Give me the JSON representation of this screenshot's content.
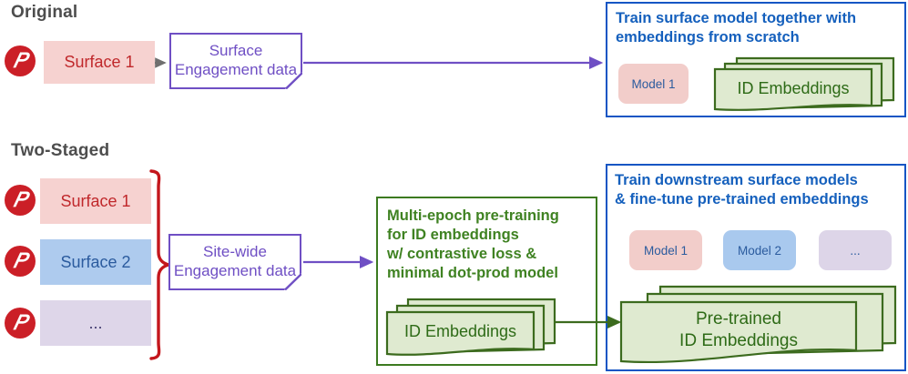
{
  "sections": [
    {
      "id": "original",
      "heading": "Original"
    },
    {
      "id": "two-staged",
      "heading": "Two-Staged"
    }
  ],
  "colors": {
    "heading": "#4d4d4d",
    "pinterest_red": "#cb1f27",
    "surface1_bg": "#f6d2d0",
    "surface1_text": "#c0282b",
    "surface2_bg": "#aecbee",
    "surface2_text": "#2b5b9e",
    "surface3_bg": "#ded6e9",
    "purple": "#6f4fc4",
    "blue_border": "#1455c4",
    "blue_text": "#1560bd",
    "green_border": "#3c7a20",
    "green_text": "#3f8222",
    "doc_fill": "#dfead0",
    "doc_stroke": "#3c6b1e",
    "brace_red": "#c4161c"
  },
  "original": {
    "heading": "Original",
    "icon": "pinterest-icon",
    "surface": {
      "label": "Surface 1"
    },
    "data_doc": {
      "line1": "Surface",
      "line2": "Engagement data"
    },
    "panel": {
      "title_line1": "Train surface model together with",
      "title_line2": "embeddings from scratch",
      "model": {
        "label": "Model 1"
      },
      "embeddings_stack": {
        "label": "ID Embeddings",
        "sheets": 3
      }
    }
  },
  "two_staged": {
    "heading": "Two-Staged",
    "surfaces": [
      {
        "icon": "pinterest-icon",
        "label": "Surface 1"
      },
      {
        "icon": "pinterest-icon",
        "label": "Surface 2"
      },
      {
        "icon": "pinterest-icon",
        "label": "..."
      }
    ],
    "brace": "right-curly-brace",
    "data_doc": {
      "line1": "Site-wide",
      "line2": "Engagement data"
    },
    "pretrain_panel": {
      "title_line1": "Multi-epoch pre-training",
      "title_line2": "for ID embeddings",
      "title_line3": "w/ contrastive loss &",
      "title_line4": "minimal dot-prod model",
      "embeddings_stack": {
        "label": "ID Embeddings",
        "sheets": 3
      }
    },
    "downstream_panel": {
      "title_line1": "Train downstream surface models",
      "title_line2": "& fine-tune pre-trained embeddings",
      "models": [
        {
          "label": "Model 1"
        },
        {
          "label": "Model 2"
        },
        {
          "label": "..."
        }
      ],
      "embeddings_stack": {
        "label_line1": "Pre-trained",
        "label_line2": "ID Embeddings",
        "sheets": 3
      }
    }
  }
}
